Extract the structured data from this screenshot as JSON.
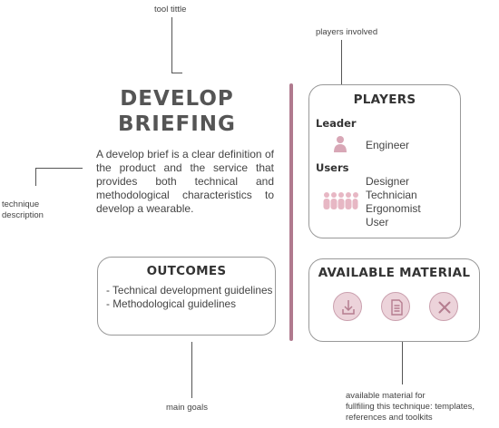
{
  "annotations": {
    "tool_title": "tool tittle",
    "players_involved": "players involved",
    "technique_description": [
      "technique",
      "description"
    ],
    "main_goals": "main goals",
    "available_material": [
      "available material for",
      "fullfiling this technique: templates,",
      "references and toolkits"
    ]
  },
  "title": [
    "DEVELOP",
    "BRIEFING"
  ],
  "description": "A develop brief is a clear definition of the product and the service that provides both technical and methodological characteristics to develop a wearable.",
  "outcomes": {
    "title": "OUTCOMES",
    "items": [
      "- Technical development guidelines",
      "- Methodological guidelines"
    ]
  },
  "players": {
    "title": "PLAYERS",
    "leader_label": "Leader",
    "leader": "Engineer",
    "users_label": "Users",
    "users": [
      "Designer",
      "Technician",
      "Ergonomist",
      "User"
    ]
  },
  "material": {
    "title": "AVAILABLE MATERIAL",
    "icons": [
      "download-icon",
      "document-icon",
      "tools-icon"
    ]
  },
  "colors": {
    "accent": "#b07a8e",
    "icon_fill": "#ecd3da",
    "icon_stroke": "#b57d8f"
  }
}
